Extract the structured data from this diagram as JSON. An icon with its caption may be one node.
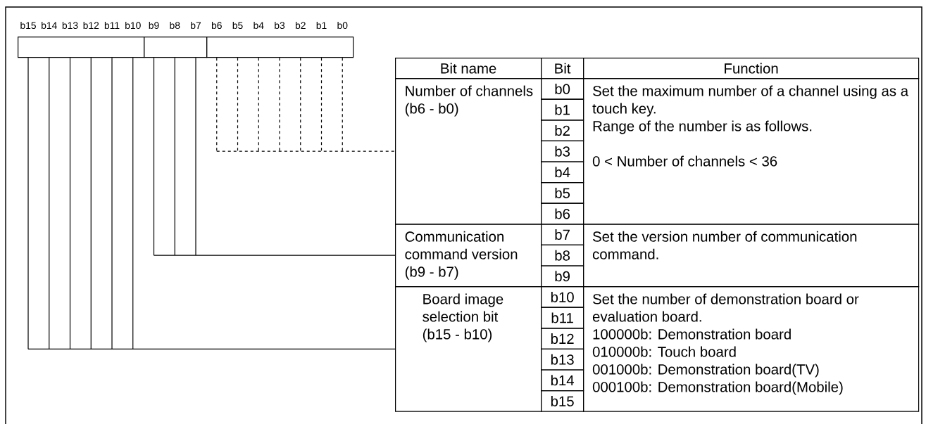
{
  "diagram": {
    "nodes": [
      {
        "text": [],
        "shape": "box"
      },
      {
        "text": [],
        "shape": "box"
      },
      {
        "text": [],
        "shape": "box"
      },
      {
        "text": [
          "Number of channels (b6 - b0)"
        ]
      },
      {
        "text": [
          "Communication command version (b9 - b7)"
        ]
      },
      {
        "text": [
          "Board image selection bit (b15 - b10)"
        ]
      }
    ],
    "edges": [
      {
        "from": 2,
        "to": 3,
        "arrow": "none",
        "style": "dashed"
      },
      {
        "from": 1,
        "to": 4,
        "arrow": "none"
      },
      {
        "from": 0,
        "to": 5,
        "arrow": "none"
      }
    ],
    "labels": [
      "b15",
      "b14",
      "b13",
      "b12",
      "b11",
      "b10",
      "b9",
      "b8",
      "b7",
      "b6",
      "b5",
      "b4",
      "b3",
      "b2",
      "b1",
      "b0",
      "Bit name",
      "Bit",
      "Function",
      "b0",
      "b1",
      "b2",
      "b3",
      "b4",
      "b5",
      "b6",
      "Set the maximum number of a channel using as a touch key.",
      "Range of the number is as follows.",
      "0 < Number of channels < 36",
      "b7",
      "b8",
      "b9",
      "Set the version number of communication command.",
      "b10",
      "b11",
      "b12",
      "b13",
      "b14",
      "b15",
      "Set the number of demonstration board or evaluation board.",
      "100000b: Demonstration board",
      "010000b: Touch board",
      "001000b: Demonstration board(TV)",
      "000100b: Demonstration board(Mobile)"
    ]
  }
}
